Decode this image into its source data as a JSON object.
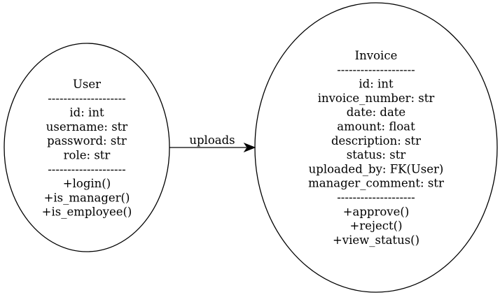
{
  "nodes": {
    "user": {
      "lines": [
        "User",
        "--------------------",
        "id: int",
        "username: str",
        "password: str",
        "role: str",
        "--------------------",
        "+login()",
        "+is_manager()",
        "+is_employee()"
      ]
    },
    "invoice": {
      "lines": [
        "Invoice",
        "--------------------",
        "id: int",
        "invoice_number: str",
        "date: date",
        "amount: float",
        "description: str",
        "status: str",
        "uploaded_by: FK(User)",
        "manager_comment: str",
        "--------------------",
        "+approve()",
        "+reject()",
        "+view_status()"
      ]
    }
  },
  "edges": [
    {
      "from": "user",
      "to": "invoice",
      "label": "uploads"
    }
  ]
}
